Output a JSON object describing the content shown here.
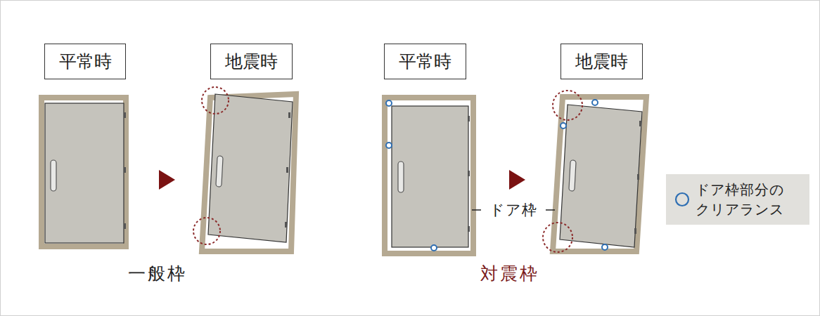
{
  "diagram": {
    "nodes": [
      {
        "text": [
          "平常時"
        ]
      },
      {
        "text": [
          "地震時"
        ]
      },
      {
        "text": [
          "平常時"
        ]
      },
      {
        "text": [
          "地震時"
        ]
      }
    ],
    "labels": [
      "一般枠",
      "ドア枠",
      "対震枠"
    ],
    "legend": [
      {
        "text": "ドア枠部分の クリアランス"
      }
    ]
  }
}
